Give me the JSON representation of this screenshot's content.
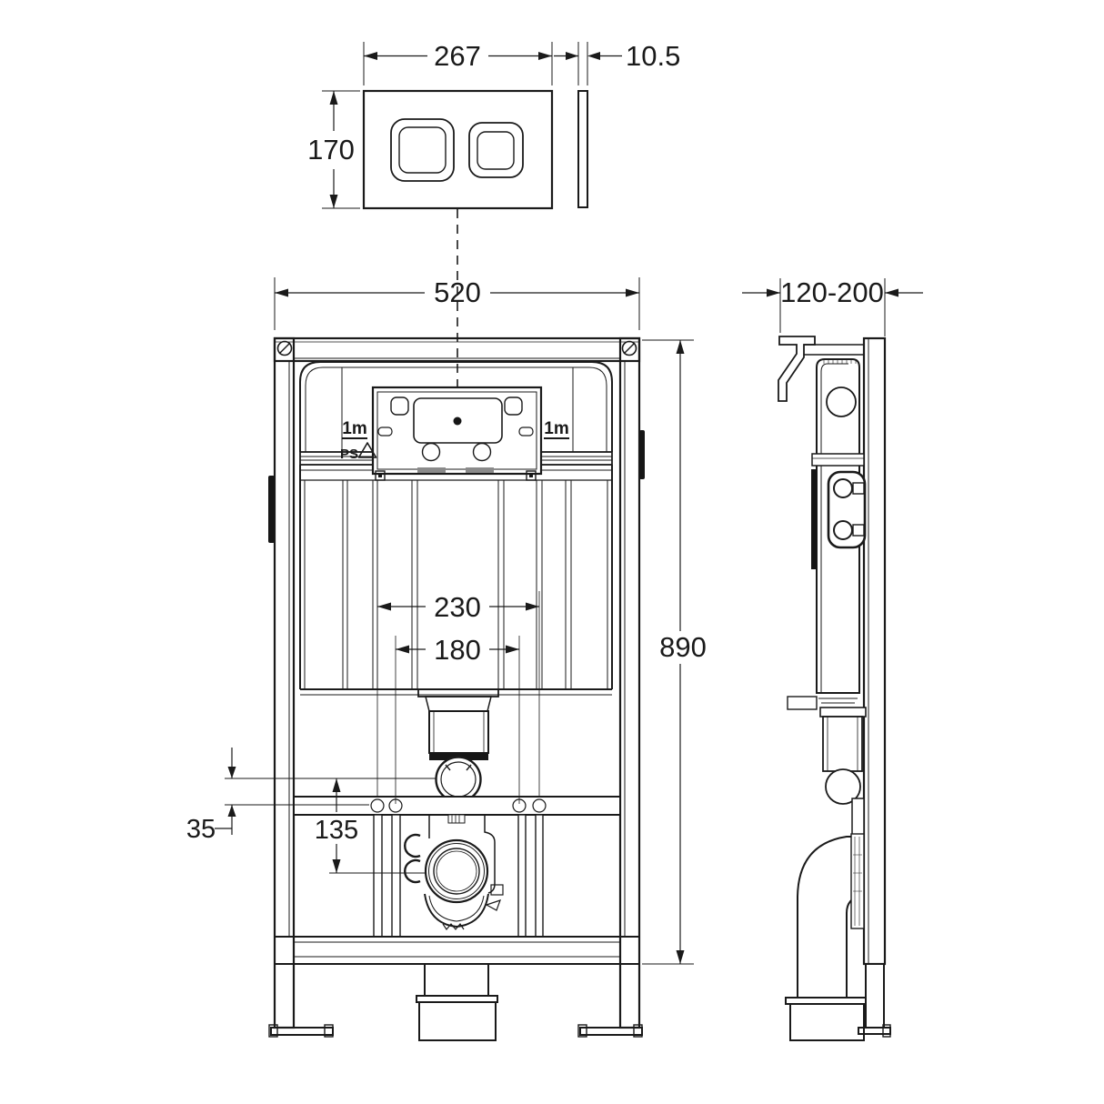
{
  "views": {
    "flush_plate": {
      "width": "267",
      "height": "170",
      "thickness": "10.5"
    },
    "frame_front": {
      "width": "520",
      "height": "890",
      "pan_fixing_wide": "230",
      "pan_fixing_narrow": "180",
      "flush_bend_offset": "35",
      "outlet_offset": "135",
      "marker_left": "1m",
      "marker_right": "1m",
      "material_code": "PS"
    },
    "frame_side": {
      "depth": "120-200"
    }
  }
}
